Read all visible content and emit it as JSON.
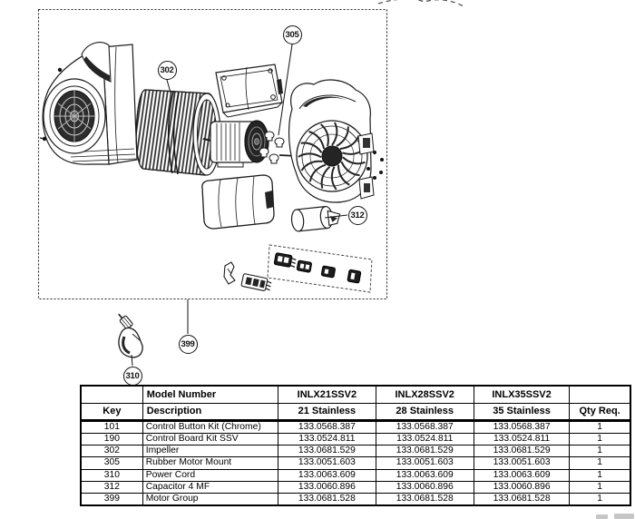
{
  "callouts": {
    "impeller": "302",
    "rubber_motor_mount": "305",
    "capacitor": "312",
    "motor_group": "399",
    "power_cord": "310"
  },
  "table": {
    "headers": {
      "model_number": "Model Number",
      "key": "Key",
      "description": "Description",
      "qty": "Qty Req.",
      "models": [
        "INLX21SSV2",
        "INLX28SSV2",
        "INLX35SSV2"
      ],
      "model_subtitles": [
        "21 Stainless",
        "28 Stainless",
        "35 Stainless"
      ]
    },
    "rows": [
      {
        "key": "101",
        "description": "Control Button Kit (Chrome)",
        "p1": "133.0568.387",
        "p2": "133.0568.387",
        "p3": "133.0568.387",
        "qty": "1"
      },
      {
        "key": "190",
        "description": "Control Board Kit SSV",
        "p1": "133.0524.811",
        "p2": "133.0524.811",
        "p3": "133.0524.811",
        "qty": "1"
      },
      {
        "key": "302",
        "description": "Impeller",
        "p1": "133.0681.529",
        "p2": "133.0681.529",
        "p3": "133.0681.529",
        "qty": "1"
      },
      {
        "key": "305",
        "description": "Rubber Motor Mount",
        "p1": "133.0051.603",
        "p2": "133.0051.603",
        "p3": "133.0051.603",
        "qty": "1"
      },
      {
        "key": "310",
        "description": "Power Cord",
        "p1": "133.0063.609",
        "p2": "133.0063.609",
        "p3": "133.0063.609",
        "qty": "1"
      },
      {
        "key": "312",
        "description": "Capacitor 4 MF",
        "p1": "133.0060.896",
        "p2": "133.0060.896",
        "p3": "133.0060.896",
        "qty": "1"
      },
      {
        "key": "399",
        "description": "Motor Group",
        "p1": "133.0681.528",
        "p2": "133.0681.528",
        "p3": "133.0681.528",
        "qty": "1"
      }
    ]
  },
  "colors": {
    "line": "#1a1a1a",
    "dark_fill": "#242424",
    "border": "#000000"
  }
}
